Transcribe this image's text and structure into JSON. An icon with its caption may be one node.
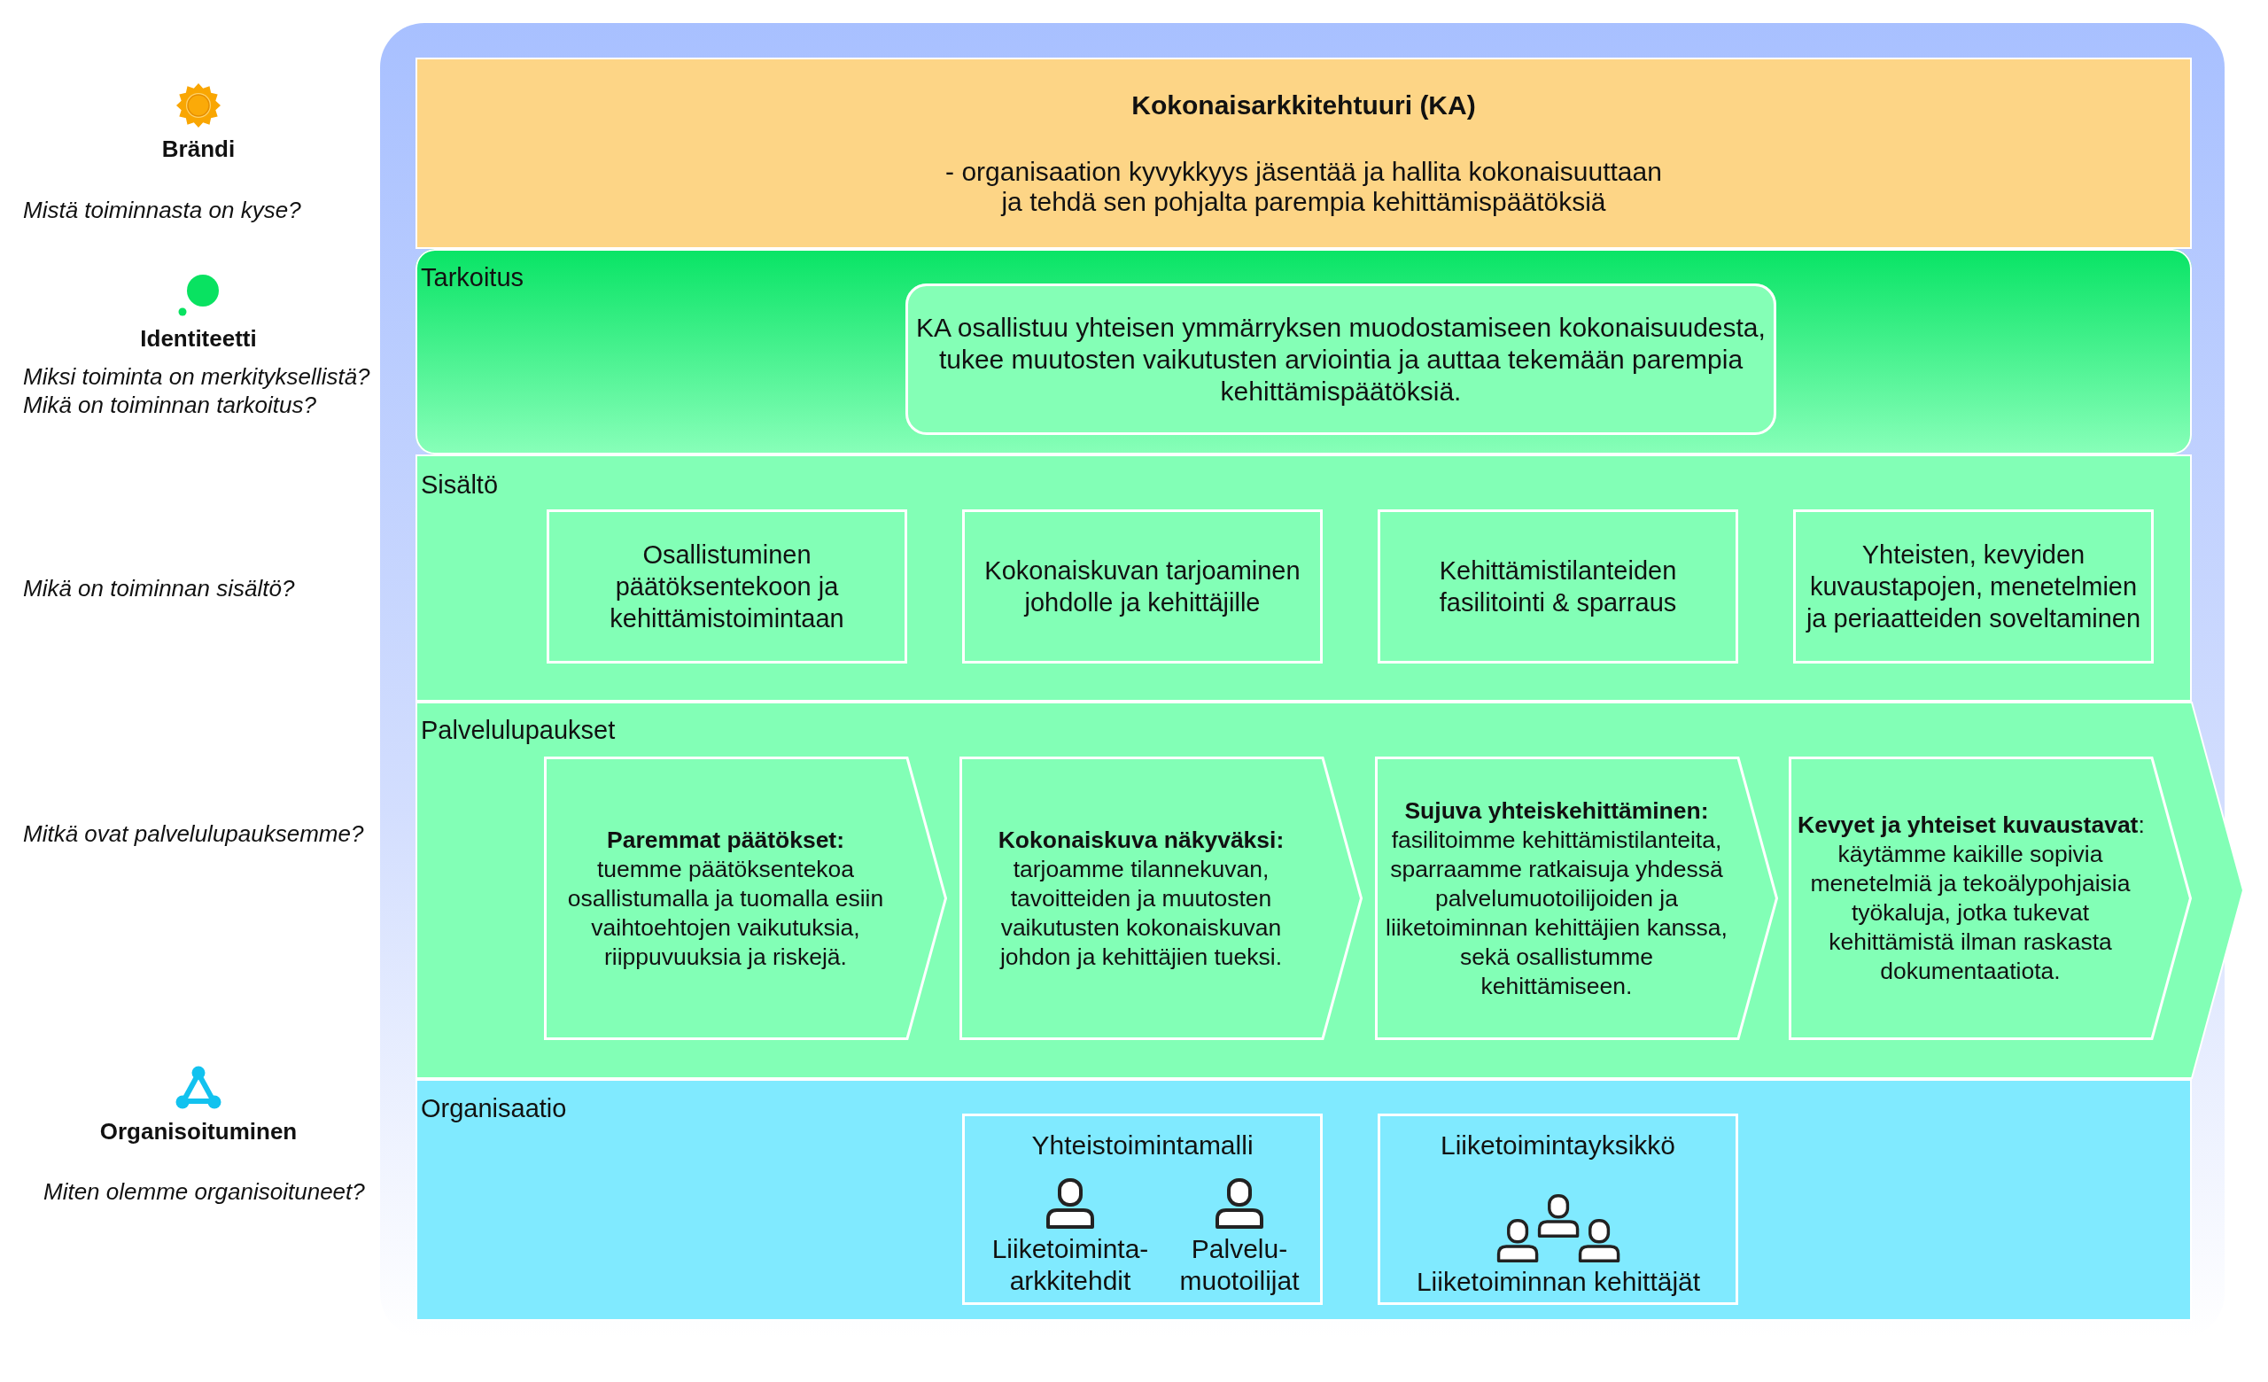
{
  "diagram": {
    "nodes": [
      {
        "text": [
          "Kokonaisarkkitehtuuri (KA)",
          "- organisaation kyvykkyys jäsentää ja hallita kokonaisuuttaan ja tehdä sen pohjalta parempia kehittämispäätöksiä"
        ]
      },
      {
        "text": [
          "Tarkoitus"
        ]
      },
      {
        "text": [
          "KA osallistuu yhteisen ymmärryksen muodostamiseen kokonaisuudesta, tukee muutosten vaikutusten arviointia ja auttaa tekemään parempia kehittämispäätöksiä."
        ],
        "in": 1
      },
      {
        "text": [
          "Sisältö"
        ]
      },
      {
        "text": [
          "Osallistuminen päätöksentekoon ja kehittämistoimintaan"
        ],
        "in": 3
      },
      {
        "text": [
          "Kokonaiskuvan tarjoaminen johdolle ja kehittäjille"
        ],
        "in": 3
      },
      {
        "text": [
          "Kehittämistilanteiden fasilitointi & sparraus"
        ],
        "in": 3
      },
      {
        "text": [
          "Yhteisten, kevyiden kuvaustapojen, menetelmien ja periaatteiden soveltaminen"
        ],
        "in": 3
      },
      {
        "text": [
          "Palvelulupaukset"
        ]
      },
      {
        "text": [
          "Paremmat päätökset:",
          "tuemme päätöksentekoa osallistumalla ja tuomalla esiin vaihtoehtojen vaikutuksia, riippuvuuksia ja riskejä."
        ],
        "in": 8
      },
      {
        "text": [
          "Kokonaiskuva näkyväksi:",
          "tarjoamme tilannekuvan, tavoitteiden ja muutosten vaikutusten kokonaiskuvan johdon ja kehittäjien tueksi."
        ],
        "in": 8
      },
      {
        "text": [
          "Sujuva yhteiskehittäminen:",
          "fasilitoimme kehittämistilanteita, sparraamme ratkaisuja yhdessä palvelumuotoilijoiden ja liiketoiminnan kehittäjien kanssa, sekä osallistumme kehittämiseen."
        ],
        "in": 8
      },
      {
        "text": [
          "**Kevyet ja yhteiset kuvaustavat**:",
          "käytämme kaikille sopivia menetelmiä ja tekoälypohjaisia työkaluja, jotka tukevat kehittämistä ilman raskasta dokumentaatiota."
        ],
        "in": 8
      },
      {
        "text": [
          "Organisaatio"
        ]
      },
      {
        "text": [
          "Yhteistoimintamalli"
        ],
        "in": 13
      },
      {
        "text": [
          "Liiketoiminta-arkkitehdit"
        ],
        "in": 14
      },
      {
        "text": [
          "Palvelu-muotoilijat"
        ],
        "in": 14
      },
      {
        "text": [
          "Liiketoimintayksikkö"
        ],
        "in": 13
      },
      {
        "text": [
          "Liiketoiminnan kehittäjät"
        ],
        "in": 17
      }
    ],
    "labels": [
      "Brändi",
      "Mistä toiminnasta on kyse?",
      "Identiteetti",
      "Miksi toiminta on merkityksellistä?",
      "Mikä on toiminnan tarkoitus?",
      "Mikä on toiminnan sisältö?",
      "Mitkä ovat palvelulupauksemme?",
      "Organisoituminen",
      "Miten olemme organisoituneet?"
    ]
  }
}
